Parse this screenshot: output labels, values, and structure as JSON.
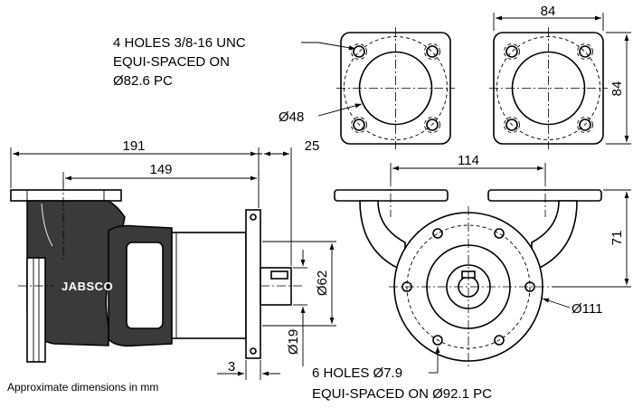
{
  "dimensions": {
    "overall_length": "191",
    "inlet_to_outlet": "149",
    "shaft_extension": "25",
    "top_flange_width": "84",
    "top_flange_height": "84",
    "port_diameter": "Ø48",
    "port_spacing": "114",
    "outlet_height": "71",
    "shaft_housing_diameter": "Ø62",
    "shaft_diameter": "Ø19",
    "mount_flange_diameter": "Ø111",
    "key_gap": "3"
  },
  "notes": {
    "flange_holes_line1": "4 HOLES 3/8-16 UNC",
    "flange_holes_line2": "EQUI-SPACED ON",
    "flange_holes_line3": "Ø82.6 PC",
    "mount_holes_line1": "6 HOLES Ø7.9",
    "mount_holes_line2": "EQUI-SPACED ON Ø92.1 PC",
    "units_note": "Approximate dimensions in mm"
  },
  "brand": {
    "name": "JABSCO"
  }
}
